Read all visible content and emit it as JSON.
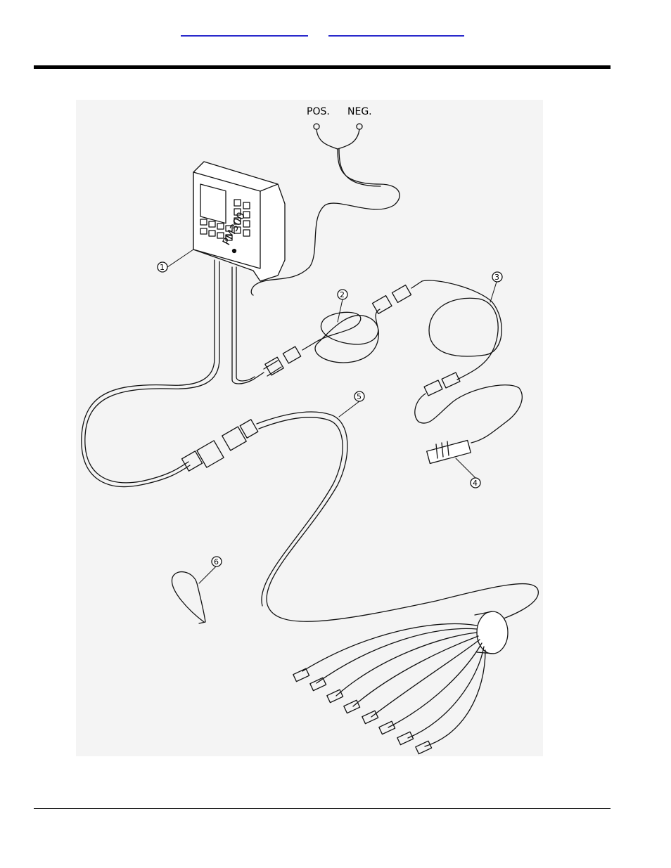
{
  "header": {
    "links": [
      "",
      ""
    ]
  },
  "figure": {
    "terminal_labels": {
      "positive": "POS.",
      "negative": "NEG."
    },
    "monitor_text": "PM300",
    "callouts": [
      "1",
      "2",
      "3",
      "4",
      "5",
      "6"
    ]
  }
}
